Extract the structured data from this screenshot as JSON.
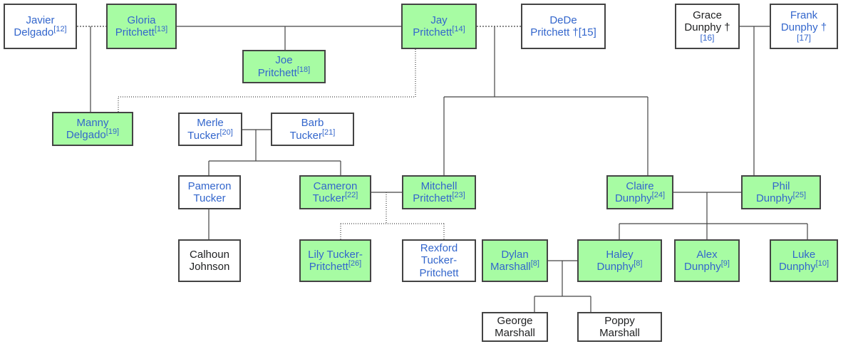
{
  "colors": {
    "highlight": "#a7fca3",
    "link": "#3366cc",
    "text": "#202122",
    "border": "#444444"
  },
  "people": {
    "javier": {
      "line1": "Javier",
      "line2": "Delgado",
      "ref": "[12]",
      "highlight": false
    },
    "gloria": {
      "line1": "Gloria",
      "line2": "Pritchett",
      "ref": "[13]",
      "highlight": true
    },
    "jay": {
      "line1": "Jay",
      "line2": "Pritchett",
      "ref": "[14]",
      "highlight": true
    },
    "dede": {
      "line1": "DeDe",
      "line2": "Pritchett †",
      "ref": "[15]",
      "highlight": false
    },
    "grace": {
      "line1": "Grace",
      "line2": "Dunphy †",
      "ref": "[16]",
      "highlight": false
    },
    "frank": {
      "line1": "Frank",
      "line2": "Dunphy †",
      "ref": "[17]",
      "highlight": false
    },
    "joe": {
      "line1": "Joe",
      "line2": "Pritchett",
      "ref": "[18]",
      "highlight": true
    },
    "manny": {
      "line1": "Manny",
      "line2": "Delgado",
      "ref": "[19]",
      "highlight": true
    },
    "merle": {
      "line1": "Merle",
      "line2": "Tucker",
      "ref": "[20]",
      "highlight": false
    },
    "barb": {
      "line1": "Barb",
      "line2": "Tucker",
      "ref": "[21]",
      "highlight": false
    },
    "pameron": {
      "line1": "Pameron",
      "line2": "Tucker",
      "highlight": false
    },
    "cameron": {
      "line1": "Cameron",
      "line2": "Tucker",
      "ref": "[22]",
      "highlight": true
    },
    "mitchell": {
      "line1": "Mitchell",
      "line2": "Pritchett",
      "ref": "[23]",
      "highlight": true
    },
    "claire": {
      "line1": "Claire",
      "line2": "Dunphy",
      "ref": "[24]",
      "highlight": true
    },
    "phil": {
      "line1": "Phil",
      "line2": "Dunphy",
      "ref": "[25]",
      "highlight": true
    },
    "calhoun": {
      "line1": "Calhoun",
      "line2": "Johnson",
      "highlight": false
    },
    "lily": {
      "line1": "Lily Tucker-",
      "line2": "Pritchett",
      "ref": "[26]",
      "highlight": true
    },
    "rexford": {
      "line1": "Rexford",
      "line2": "Tucker-",
      "line3": "Pritchett",
      "highlight": false
    },
    "dylan": {
      "line1": "Dylan",
      "line2": "Marshall",
      "ref": "[8]",
      "highlight": true
    },
    "haley": {
      "line1": "Haley",
      "line2": "Dunphy",
      "ref": "[8]",
      "highlight": true
    },
    "alex": {
      "line1": "Alex",
      "line2": "Dunphy",
      "ref": "[9]",
      "highlight": true
    },
    "luke": {
      "line1": "Luke",
      "line2": "Dunphy",
      "ref": "[10]",
      "highlight": true
    },
    "george": {
      "line1": "George",
      "line2": "Marshall",
      "highlight": false
    },
    "poppy": {
      "line1": "Poppy",
      "line2": "Marshall",
      "highlight": false
    }
  }
}
